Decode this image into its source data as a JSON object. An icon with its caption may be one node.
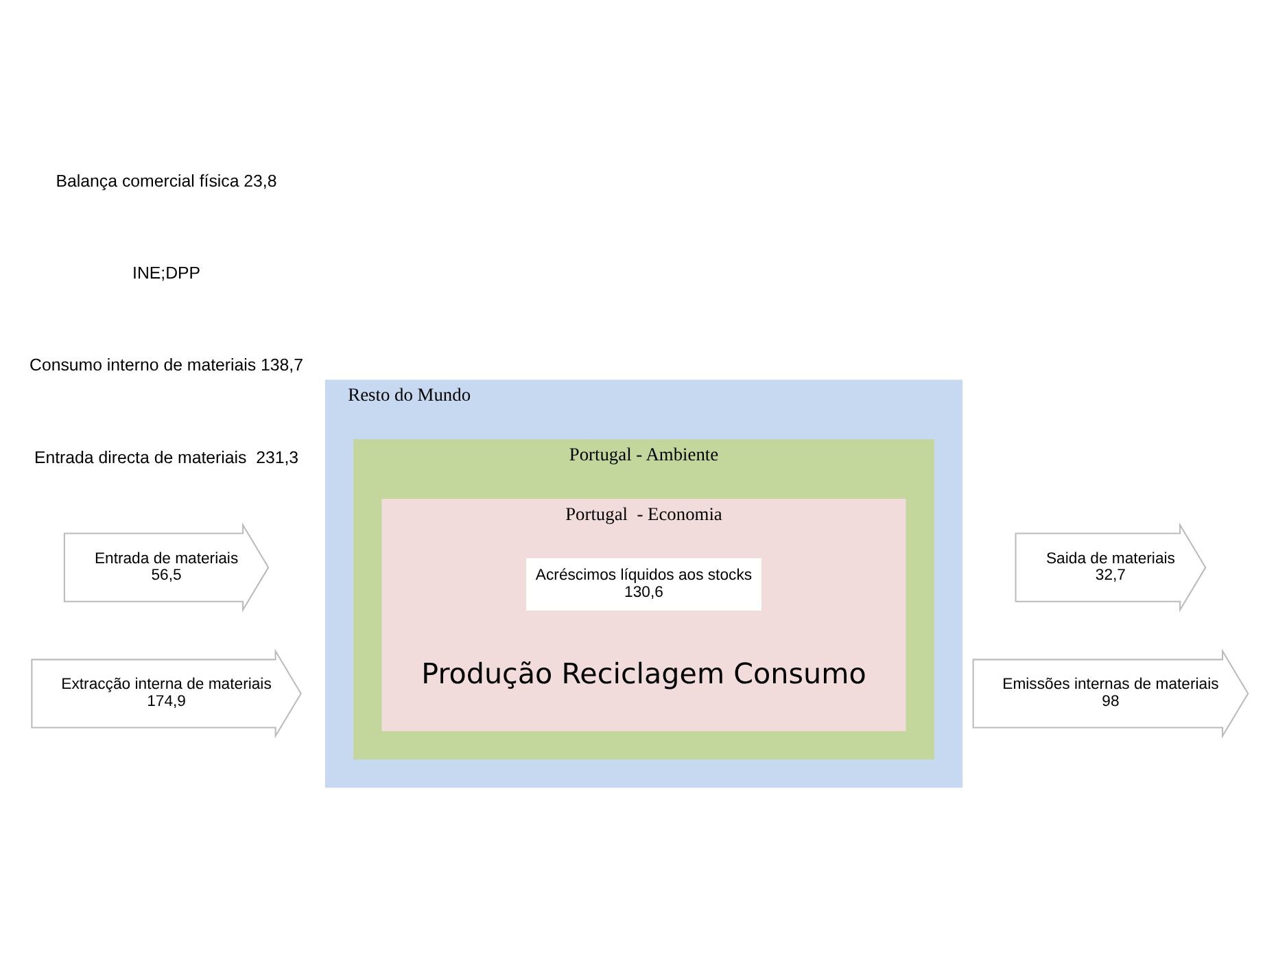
{
  "diagram": {
    "nodes": [
      {
        "text": [
          "Resto do Mundo"
        ]
      },
      {
        "text": [
          "Portugal - Ambiente"
        ],
        "in": 0
      },
      {
        "text": [
          "Portugal  - Economia"
        ],
        "in": 1
      },
      {
        "text": [
          "Acréscimos líquidos aos stocks",
          "130,6"
        ],
        "in": 2
      },
      {
        "text": [
          "Produção Reciclagem Consumo"
        ],
        "in": 2
      },
      {
        "text": [
          "Entrada de materiais",
          "56,5"
        ]
      },
      {
        "text": [
          "Extracção interna de materiais",
          "174,9"
        ]
      },
      {
        "text": [
          "Saida de materiais",
          "32,7"
        ]
      },
      {
        "text": [
          "Emissões internas de materiais",
          "98"
        ]
      }
    ],
    "labels": [
      "Entrada directa de materiais  231,3",
      "Consumo interno de materiais 138,7",
      "INE;DPP",
      "Balança comercial física 23,8"
    ]
  }
}
